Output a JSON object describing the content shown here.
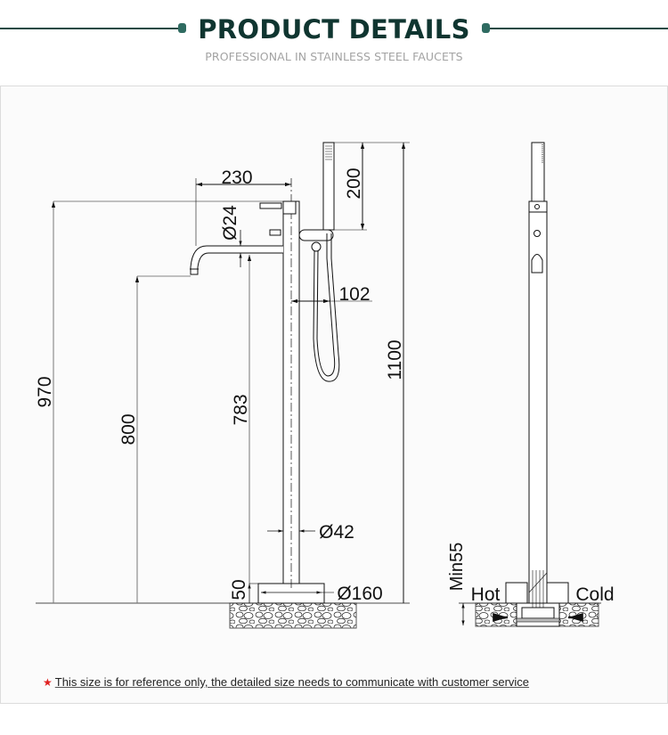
{
  "header": {
    "title": "PRODUCT DETAILS",
    "subtitle": "PROFESSIONAL IN STAINLESS STEEL FAUCETS",
    "accent_color": "#0f3530"
  },
  "drawing": {
    "front_view": {
      "dimensions": {
        "spout_reach": "230",
        "spout_diameter": "Ø24",
        "total_height": "970",
        "spout_height": "800",
        "spout_to_base": "783",
        "handshower_length": "200",
        "handshower_offset": "102",
        "overall_height": "1100",
        "column_diameter": "Ø42",
        "base_height": "50",
        "base_diameter": "Ø160"
      }
    },
    "side_view": {
      "labels": {
        "min_depth": "Min55",
        "hot": "Hot",
        "cold": "Cold"
      }
    }
  },
  "footer": {
    "note_icon": "star-icon",
    "note": "This size is for reference only, the detailed size needs to communicate with customer service"
  }
}
